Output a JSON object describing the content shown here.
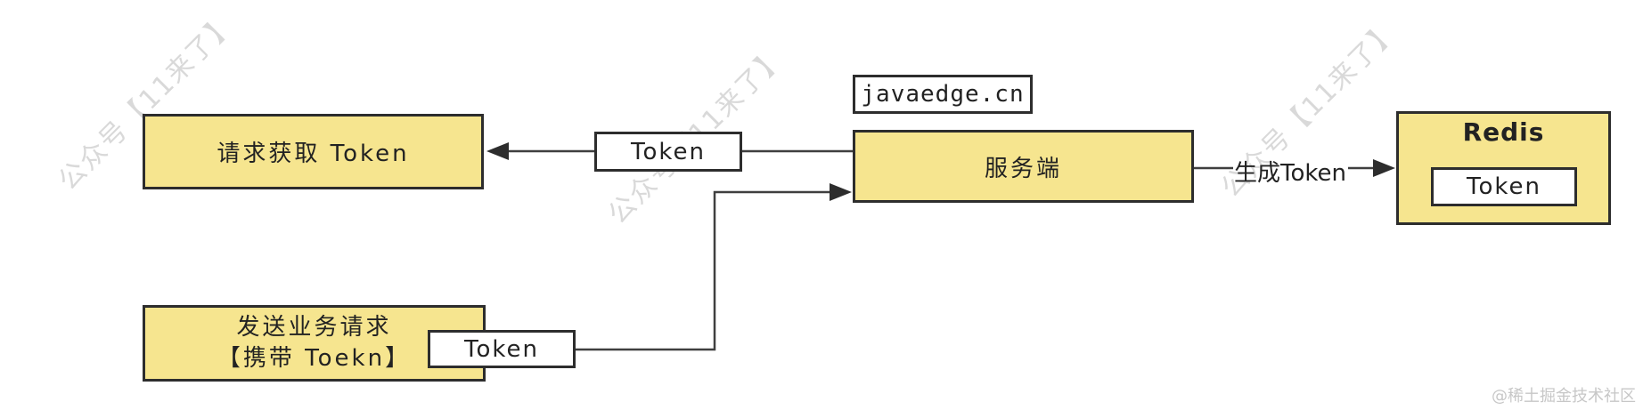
{
  "boxes": {
    "request": {
      "label": "请求获取 Token"
    },
    "token_mid": {
      "label": "Token"
    },
    "domain": {
      "label": "javaedge.cn"
    },
    "server": {
      "label": "服务端"
    },
    "generate": {
      "label": "生成Token"
    },
    "redis": {
      "title": "Redis",
      "token_label": "Token"
    },
    "business": {
      "line1": "发送业务请求",
      "line2": "【携带 Toekn】"
    },
    "token_bottom": {
      "label": "Token"
    }
  },
  "watermarks": {
    "brand": "公众号【11来了】",
    "community": "@稀土掘金技术社区"
  },
  "colors": {
    "box_fill": "#F6E58F",
    "box_border": "#2D2D2D",
    "connector": "#3F3F3F",
    "watermark_gray": "#D5D5D5"
  }
}
